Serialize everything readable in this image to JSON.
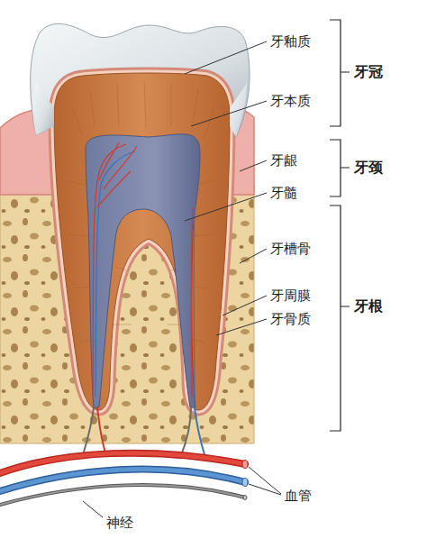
{
  "diagram": {
    "labels": [
      "牙釉质",
      "牙本质",
      "牙龈",
      "牙髓",
      "牙槽骨",
      "牙周膜",
      "牙骨质",
      "牙冠",
      "牙颈",
      "牙根",
      "神经",
      "血管"
    ]
  }
}
